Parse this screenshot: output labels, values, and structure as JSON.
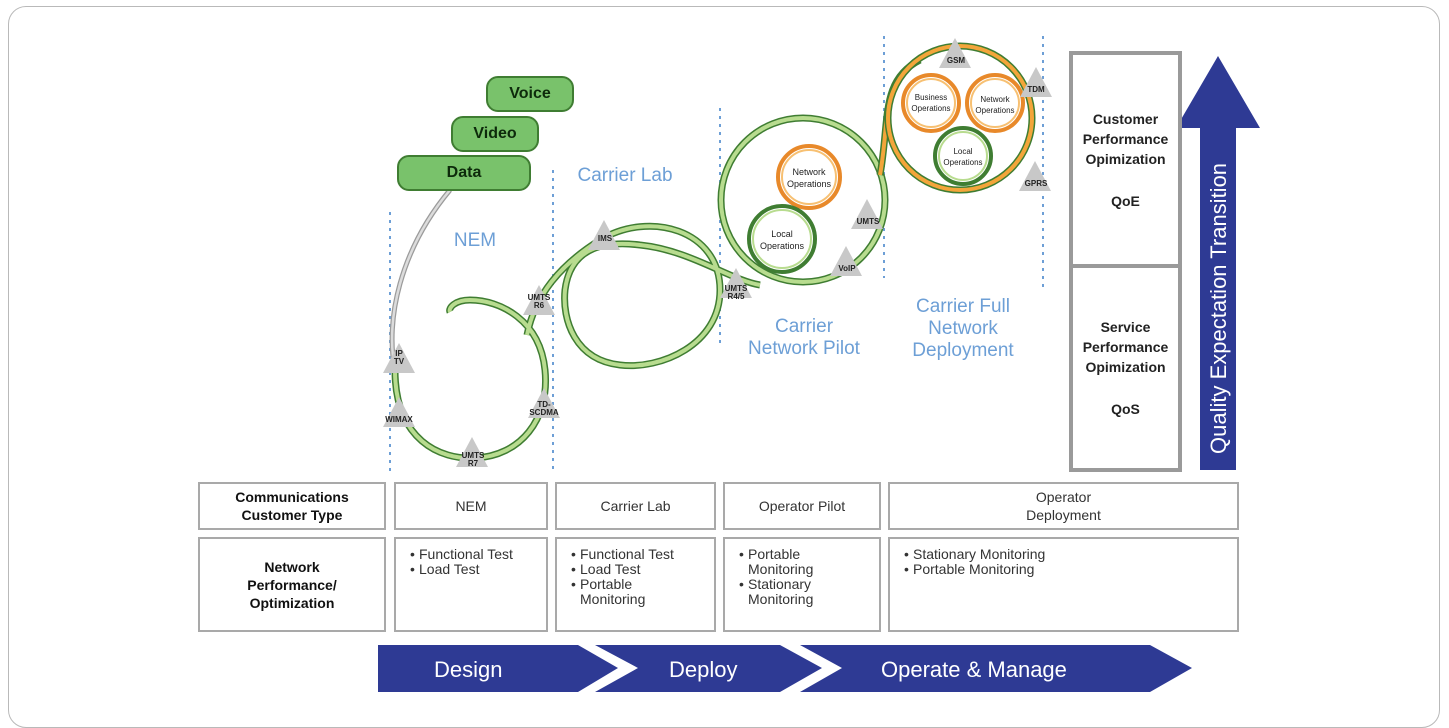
{
  "phases": {
    "nem": "NEM",
    "carrier_lab": "Carrier Lab",
    "carrier_network_pilot": [
      "Carrier",
      "Network Pilot"
    ],
    "carrier_full_deployment": [
      "Carrier Full",
      "Network",
      "Deployment"
    ]
  },
  "services": [
    "Voice",
    "Video",
    "Data"
  ],
  "technologies": {
    "ip_tv": [
      "IP",
      "TV"
    ],
    "wimax": "WIMAX",
    "umts_r7": [
      "UMTS",
      "R7"
    ],
    "td_scdma": [
      "TD-",
      "SCDMA"
    ],
    "umts_r6": [
      "UMTS",
      "R6"
    ],
    "ims": "IMS",
    "umts_r45": [
      "UMTS",
      "R4/5"
    ],
    "voip": "VoIP",
    "umts": "UMTS",
    "gsm": "GSM",
    "tdm": "TDM",
    "gprs": "GPRS"
  },
  "circles": {
    "pilot_network_ops": [
      "Network",
      "Operations"
    ],
    "pilot_local_ops": [
      "Local",
      "Operations"
    ],
    "full_business_ops": [
      "Business",
      "Operations"
    ],
    "full_network_ops": [
      "Network",
      "Operations"
    ],
    "full_local_ops": [
      "Local",
      "Operations"
    ]
  },
  "side_box": {
    "top": [
      "Customer",
      "Performance",
      "Opimization",
      "QoE"
    ],
    "bottom": [
      "Service",
      "Performance",
      "Opimization",
      "QoS"
    ]
  },
  "vertical_arrow": "Quality Expectation Transition",
  "table": {
    "row1_header": [
      "Communications",
      "Customer Type"
    ],
    "row1": [
      "NEM",
      "Carrier Lab",
      "Operator Pilot",
      "Operator\nDeployment"
    ],
    "row2_header": [
      "Network",
      "Performance/",
      "Optimization"
    ],
    "row2": [
      [
        "Functional Test",
        "Load Test"
      ],
      [
        "Functional Test",
        "Load Test",
        "Portable\nMonitoring"
      ],
      [
        "Portable\nMonitoring",
        "Stationary\nMonitoring"
      ],
      [
        "Stationary Monitoring",
        "Portable Monitoring"
      ]
    ]
  },
  "process": [
    "Design",
    "Deploy",
    "Operate & Manage"
  ],
  "colors": {
    "green_line": "#a8d27e",
    "green_dark": "#3f7d32",
    "orange_line": "#f0a239",
    "blue_label": "#6d9fd6",
    "arrow_blue": "#2e3a94",
    "tri_gray": "#c8c8c8"
  }
}
